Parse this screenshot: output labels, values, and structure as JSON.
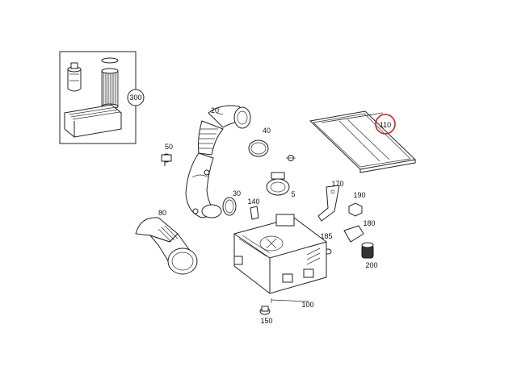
{
  "diagram": {
    "callouts": {
      "c20": "20",
      "c40": "40",
      "c50": "50",
      "c30": "30",
      "c140": "140",
      "c5": "5",
      "c170": "170",
      "c190": "190",
      "c180": "180",
      "c185": "185",
      "c200": "200",
      "c80": "80",
      "c100": "100",
      "c150": "150",
      "c110": "110",
      "c300": "300"
    },
    "highlight_color": "#cc2222",
    "highlighted_part": "110"
  }
}
